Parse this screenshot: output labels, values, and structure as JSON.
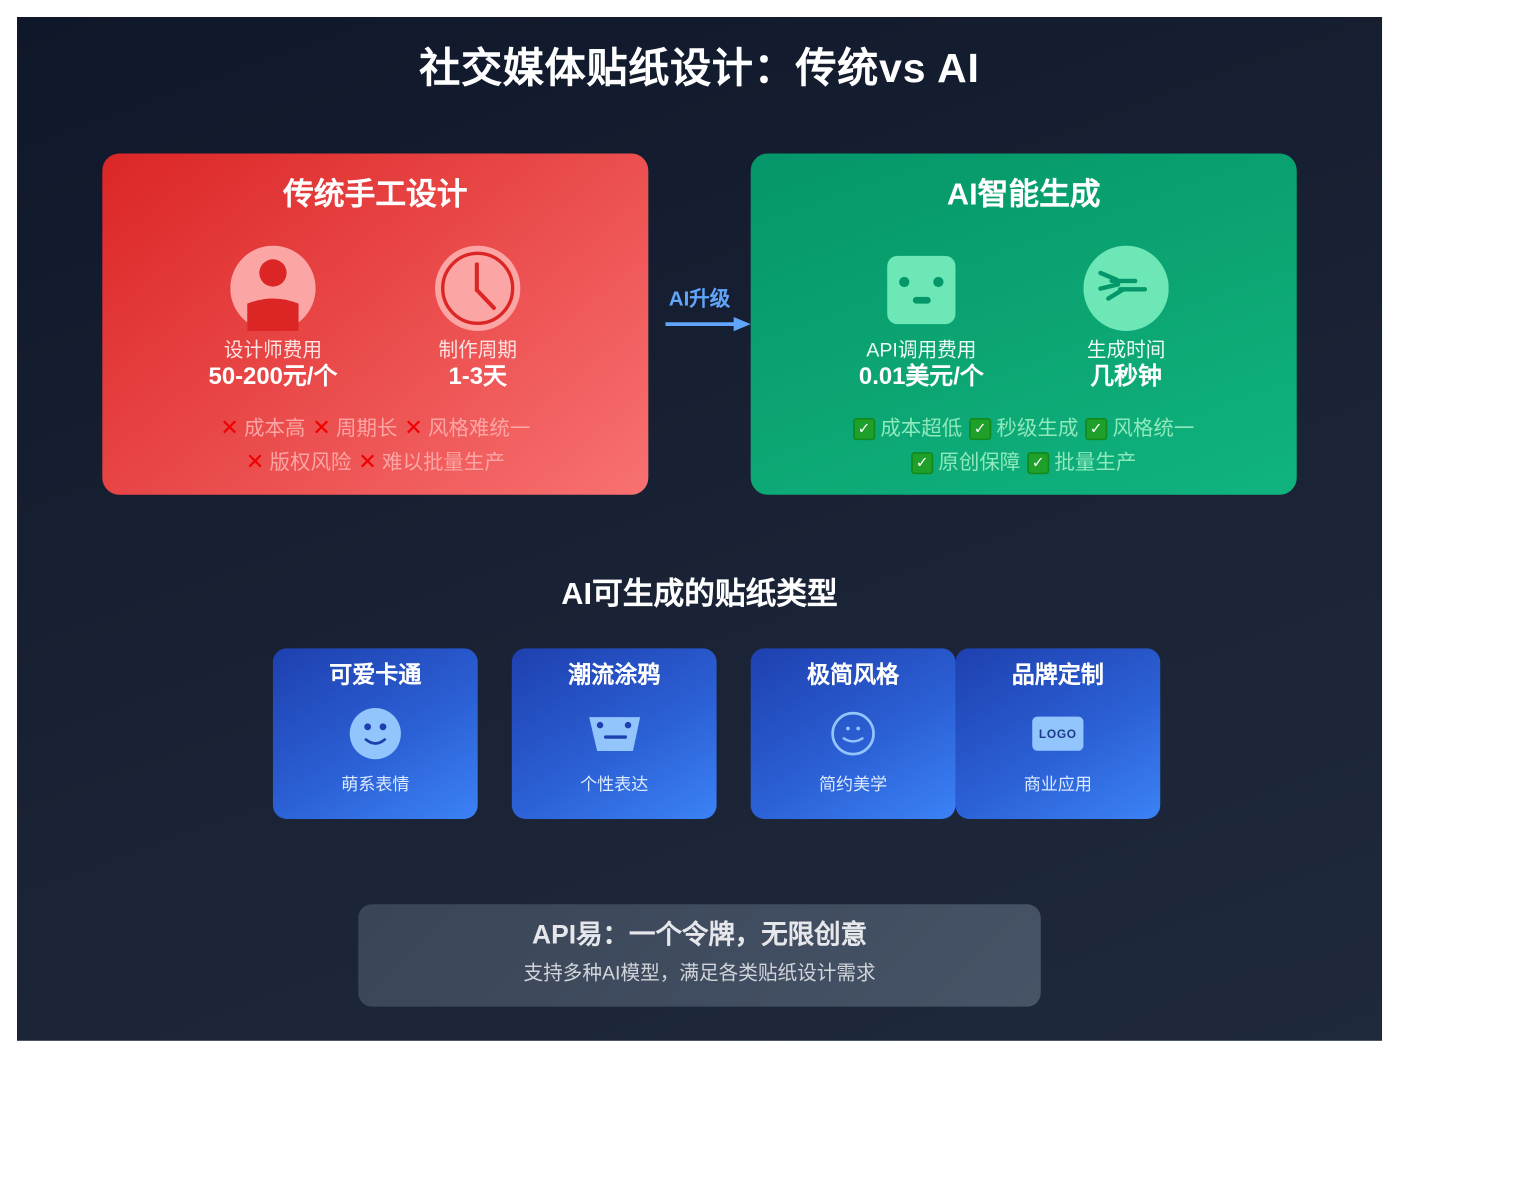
{
  "title": "社交媒体贴纸设计：传统vs AI",
  "traditional": {
    "title": "传统手工设计",
    "gradient": [
      "#dc2626",
      "#f87171"
    ],
    "metrics": [
      {
        "icon": "person-icon",
        "label": "设计师费用",
        "value": "50-200元/个"
      },
      {
        "icon": "clock-icon",
        "label": "制作周期",
        "value": "1-3天"
      }
    ],
    "cons_icon": "cross-mark-icon",
    "cons_glyph": "✕",
    "cons": [
      [
        "成本高",
        "周期长",
        "风格难统一"
      ],
      [
        "版权风险",
        "难以批量生产"
      ]
    ]
  },
  "upgrade_arrow": {
    "label": "AI升级",
    "color": "#60a5fa",
    "icon": "arrow-right-icon"
  },
  "ai": {
    "title": "AI智能生成",
    "gradient": [
      "#059669",
      "#10b981"
    ],
    "metrics": [
      {
        "icon": "robot-icon",
        "label": "API调用费用",
        "value": "0.01美元/个"
      },
      {
        "icon": "fast-forward-icon",
        "label": "生成时间",
        "value": "几秒钟"
      }
    ],
    "pros_icon": "check-mark-icon",
    "pros_glyph": "✓",
    "pros": [
      [
        "成本超低",
        "秒级生成",
        "风格统一"
      ],
      [
        "原创保障",
        "批量生产"
      ]
    ]
  },
  "sticker_types": {
    "title": "AI可生成的贴纸类型",
    "gradient": [
      "#1e40af",
      "#3b82f6"
    ],
    "items": [
      {
        "title": "可爱卡通",
        "icon": "cute-smiley-icon",
        "subtitle": "萌系表情"
      },
      {
        "title": "潮流涂鸦",
        "icon": "graffiti-face-icon",
        "subtitle": "个性表达"
      },
      {
        "title": "极简风格",
        "icon": "minimal-smiley-icon",
        "subtitle": "简约美学"
      },
      {
        "title": "品牌定制",
        "icon": "logo-badge-icon",
        "icon_text": "LOGO",
        "subtitle": "商业应用"
      }
    ]
  },
  "footer": {
    "title": "API易：一个令牌，无限创意",
    "subtitle": "支持多种AI模型，满足各类贴纸设计需求"
  }
}
